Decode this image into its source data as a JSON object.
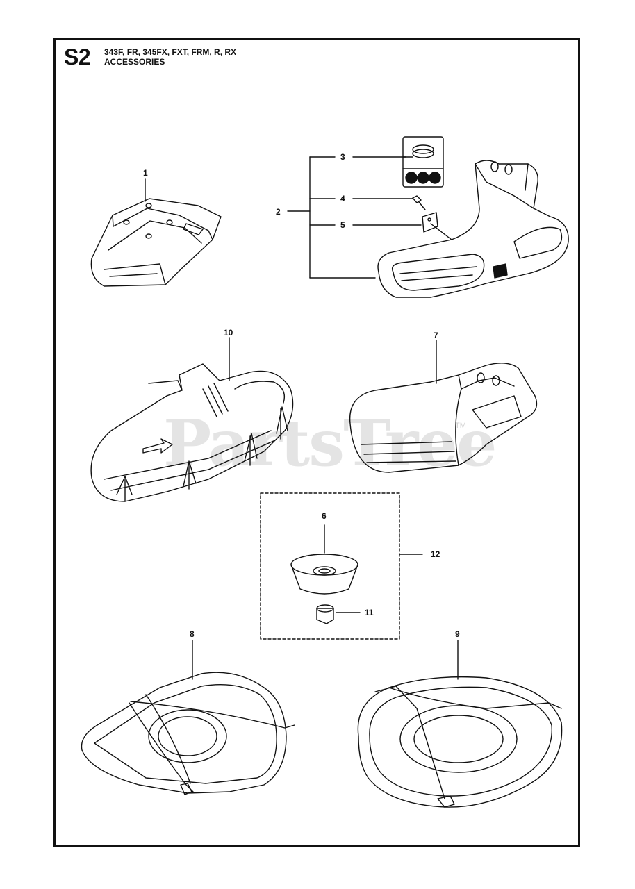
{
  "header": {
    "section": "S2",
    "models": "343F, FR, 345FX, FXT, FRM, R, RX",
    "title": "ACCESSORIES"
  },
  "watermark": {
    "text": "PartsTree",
    "tm": "TM"
  },
  "callouts": {
    "c1": "1",
    "c2": "2",
    "c3": "3",
    "c4": "4",
    "c5": "5",
    "c6": "6",
    "c7": "7",
    "c8": "8",
    "c9": "9",
    "c10": "10",
    "c11": "11",
    "c12": "12"
  },
  "colors": {
    "line": "#111111",
    "watermark": "#dcdcdc",
    "background": "#ffffff"
  }
}
